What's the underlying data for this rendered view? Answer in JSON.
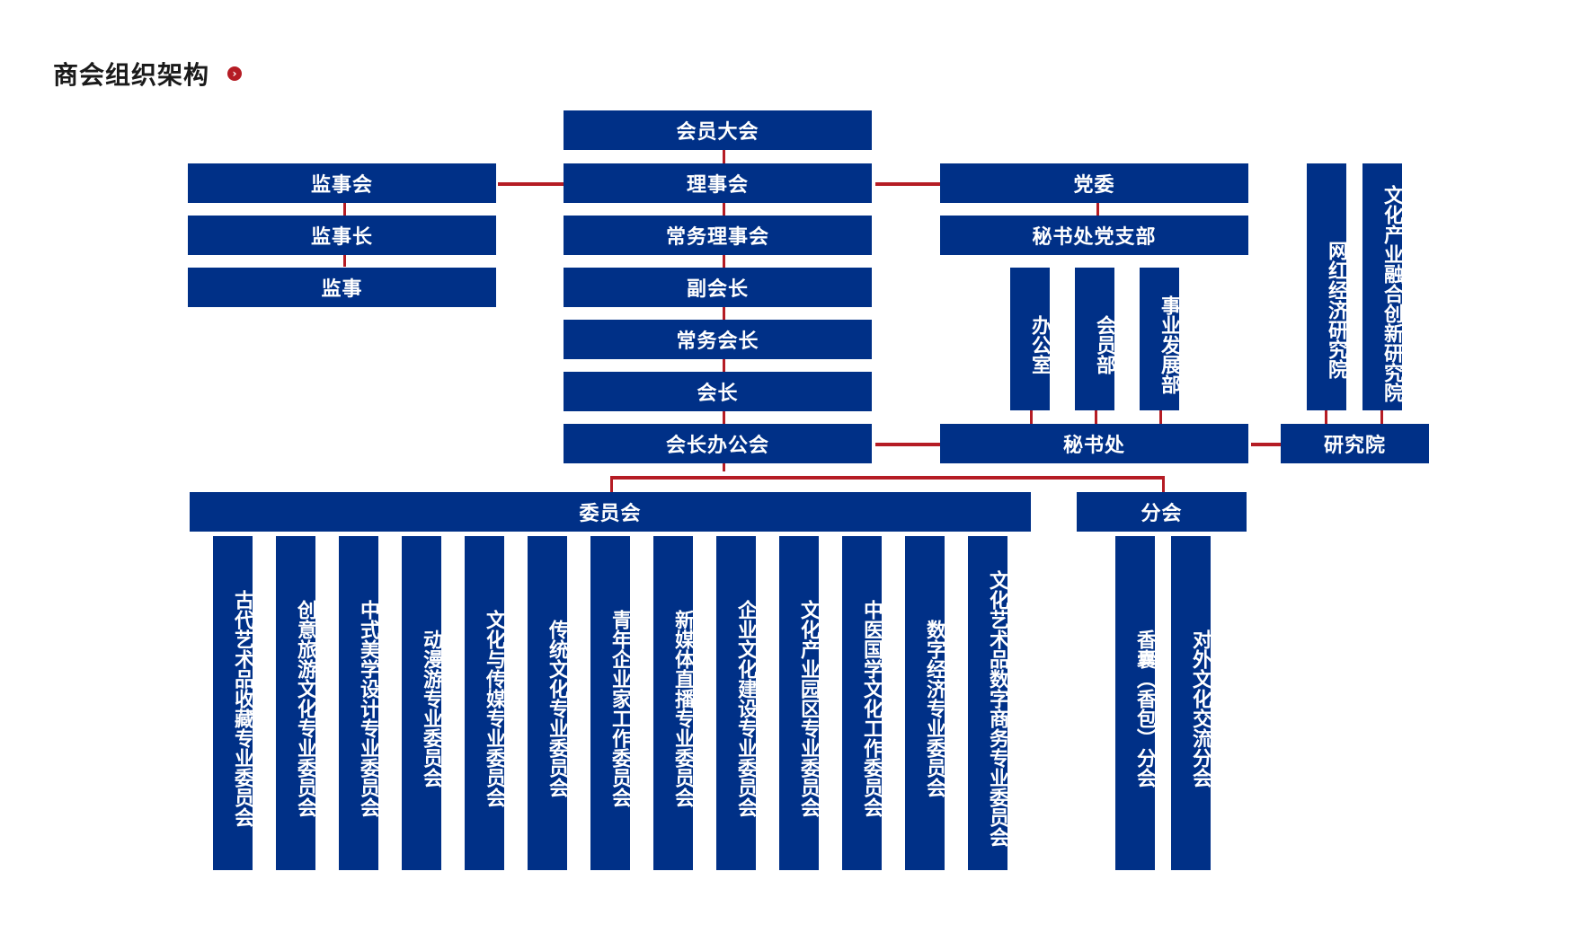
{
  "title": "商会组织架构",
  "colors": {
    "box": "#003087",
    "line": "#b51c24",
    "text": "#ffffff"
  },
  "center": [
    "会员大会",
    "理事会",
    "常务理事会",
    "副会长",
    "常务会长",
    "会长",
    "会长办公会"
  ],
  "supervisory": [
    "监事会",
    "监事长",
    "监事"
  ],
  "party": [
    "党委",
    "秘书处党支部"
  ],
  "secretariat": {
    "name": "秘书处",
    "departments": [
      "办公室",
      "会员部",
      "事业发展部"
    ]
  },
  "research": {
    "name": "研究院",
    "institutes": [
      "网红经济研究院",
      "文化产业融合创新研究院"
    ]
  },
  "committees": {
    "name": "委员会",
    "items": [
      "古代艺术品收藏专业委员会",
      "创意旅游文化专业委员会",
      "中式美学设计专业委员会",
      "动漫游专业委员会",
      "文化与传媒专业委员会",
      "传统文化专业委员会",
      "青年企业家工作委员会",
      "新媒体直播专业委员会",
      "企业文化建设专业委员会",
      "文化产业园区专业委员会",
      "中医国学文化工作委员会",
      "数字经济专业委员会",
      "文化艺术品数字商务专业委员会"
    ]
  },
  "branches": {
    "name": "分会",
    "items": [
      "香囊（香包）分会",
      "对外文化交流分会"
    ]
  }
}
